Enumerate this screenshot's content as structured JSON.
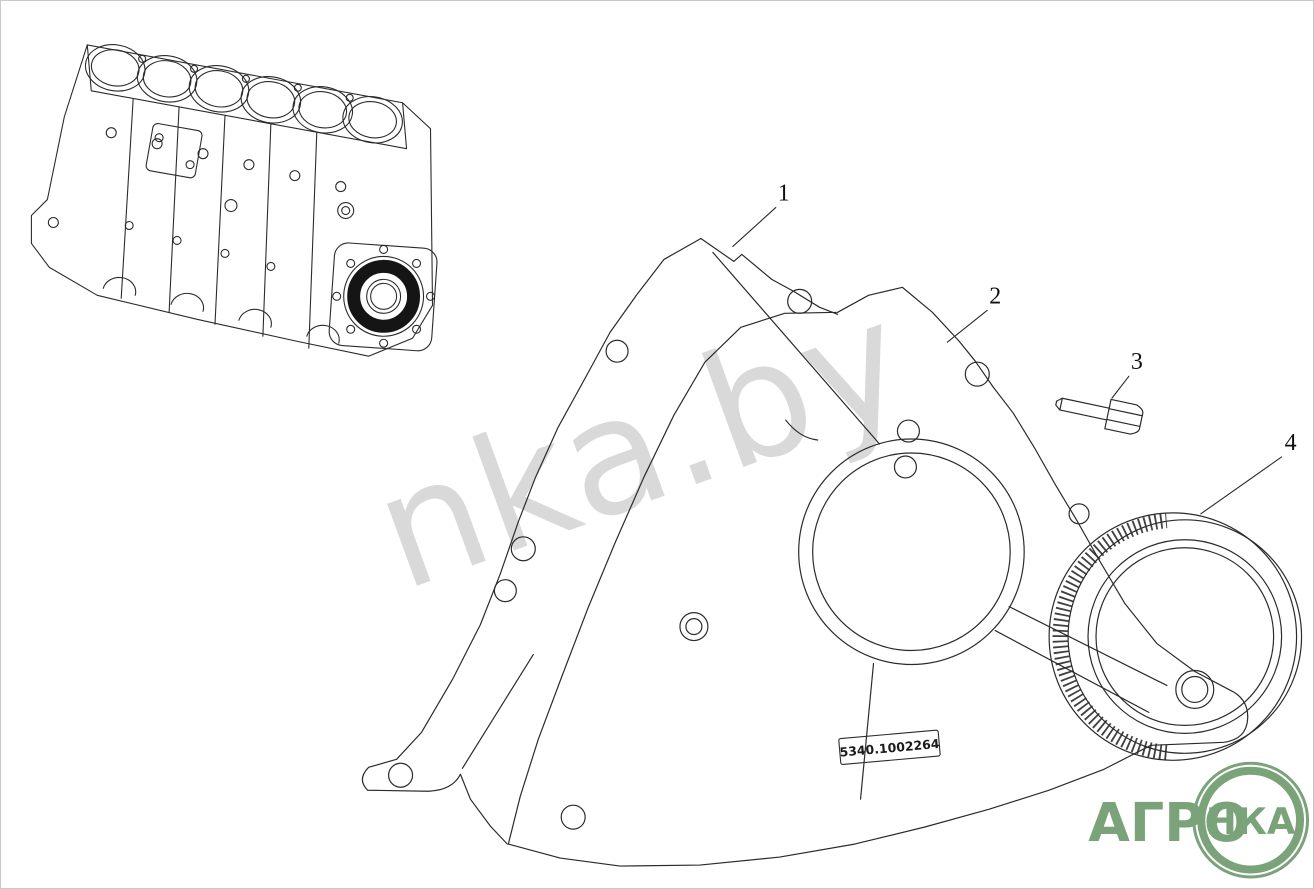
{
  "page": {
    "background": "#ffffff",
    "border_color": "#c9c9c9",
    "line_color": "#2b2b2b"
  },
  "diagram": {
    "callouts": [
      "1",
      "2",
      "3",
      "4"
    ],
    "part_number_stamp": "5340.1002264"
  },
  "watermark": {
    "text": "nka.by",
    "color": "#b9b9b9"
  },
  "logo": {
    "word": "АГРО",
    "badge": "НКА",
    "color": "#5e8f5e"
  }
}
